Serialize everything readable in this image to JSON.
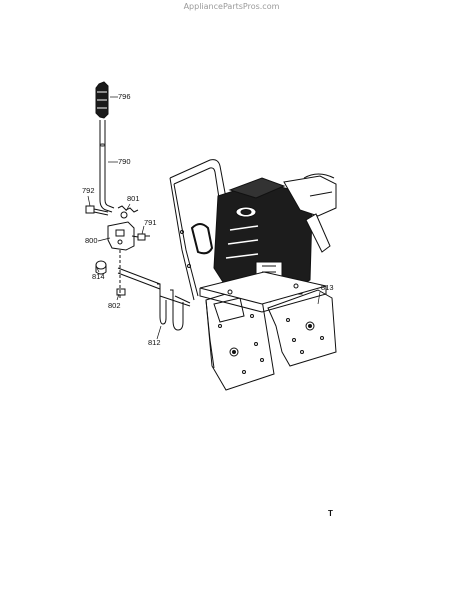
{
  "watermark": "AppliancePartsPros.com",
  "parts": [
    {
      "number": "796"
    },
    {
      "number": "790"
    },
    {
      "number": "792"
    },
    {
      "number": "801"
    },
    {
      "number": "791"
    },
    {
      "number": "800"
    },
    {
      "number": "814"
    },
    {
      "number": "802"
    },
    {
      "number": "812"
    },
    {
      "number": "813"
    }
  ],
  "corner_mark": "T"
}
